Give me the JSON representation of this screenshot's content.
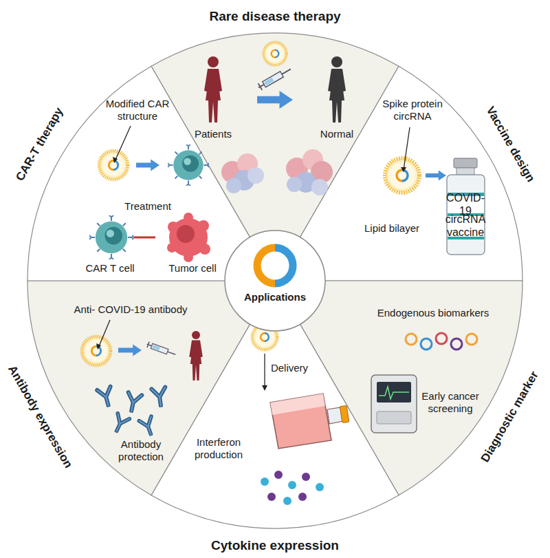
{
  "diagram": {
    "nodes": [
      {
        "text": [
          "Rare disease therapy",
          "Patients",
          "Normal"
        ]
      },
      {
        "text": [
          "Vaccine design",
          "Spike protein circRNA",
          "Lipid bilayer",
          "COVID-19",
          "circRNA vaccine"
        ]
      },
      {
        "text": [
          "Diagnostic marker",
          "Endogenous biomarkers",
          "Early cancer screening"
        ]
      },
      {
        "text": [
          "Cytokine expression",
          "Delivery",
          "Interferon production"
        ]
      },
      {
        "text": [
          "Antibody expression",
          "Anti- COVID-19 antibody",
          "Antibody protection"
        ]
      },
      {
        "text": [
          "CAR-T therapy",
          "Modified CAR structure",
          "Treatment",
          "CAR T cell",
          "Tumor cell"
        ]
      },
      {
        "text": [
          "Applications"
        ]
      }
    ]
  }
}
